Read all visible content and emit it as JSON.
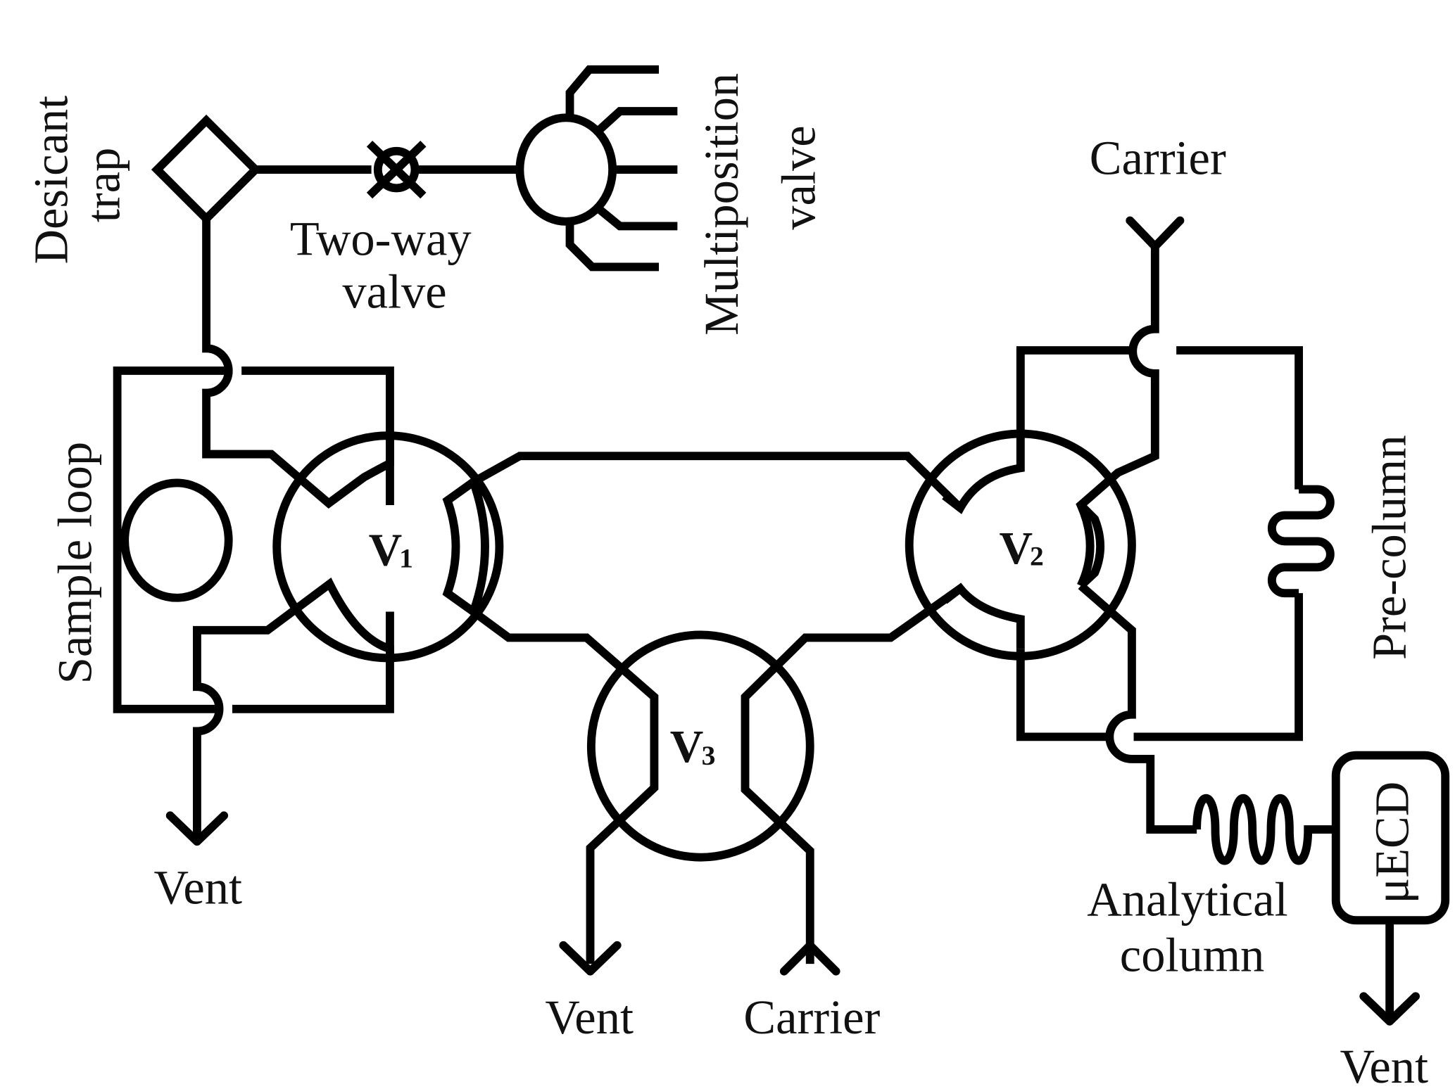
{
  "diagram": {
    "title": "Gas chromatography valve flow schematic",
    "labels": {
      "desiccant_trap": "Desicant trap",
      "desiccant_trap_line1": "Desicant",
      "desiccant_trap_line2": "trap",
      "two_way_valve_line1": "Two-way",
      "two_way_valve_line2": "valve",
      "multiposition_line1": "Multiposition",
      "multiposition_line2": "valve",
      "carrier_top": "Carrier",
      "sample_loop": "Sample loop",
      "pre_column": "Pre-column",
      "v1": "V",
      "v1_sub": "1",
      "v2": "V",
      "v2_sub": "2",
      "v3": "V",
      "v3_sub": "3",
      "vent_left": "Vent",
      "vent_bottom": "Vent",
      "carrier_bottom": "Carrier",
      "analytical_line1": "Analytical",
      "analytical_line2": "column",
      "detector": "μECD",
      "vent_right": "Vent"
    },
    "components": [
      {
        "id": "desiccant-trap",
        "shape": "diamond"
      },
      {
        "id": "two-way-valve",
        "shape": "valve-cross"
      },
      {
        "id": "multiposition-valve",
        "shape": "circle-with-ports",
        "ports": 5
      },
      {
        "id": "V1",
        "shape": "rotary-valve"
      },
      {
        "id": "V2",
        "shape": "rotary-valve"
      },
      {
        "id": "V3",
        "shape": "rotary-valve"
      },
      {
        "id": "sample-loop",
        "shape": "loop"
      },
      {
        "id": "pre-column",
        "shape": "coil"
      },
      {
        "id": "analytical-column",
        "shape": "coil"
      },
      {
        "id": "detector",
        "shape": "rounded-box"
      }
    ],
    "colors": {
      "stroke": "#000000",
      "background": "#ffffff"
    }
  }
}
